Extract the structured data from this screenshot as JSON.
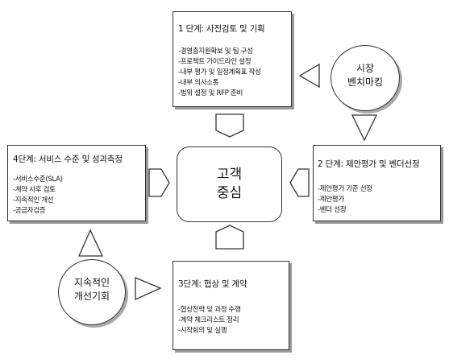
{
  "stage1": {
    "title": "1 단계:   사전검토 및 기획",
    "items": [
      "-경영층지원확보 및 팀 구성",
      "-프로젝트 가이드라인 설정",
      "-내부 평가 및 일정계획표 작성",
      "-내부 의사소통",
      "-범위 설정 및 RFP 준비"
    ]
  },
  "stage2": {
    "title": "2 단계:   제안평가 및 벤더선정",
    "items": [
      "-제안평가 기준 선정",
      "-제안평가",
      "-벤더 선정"
    ]
  },
  "stage3": {
    "title": "3단계:   협상 및 계약",
    "items": [
      "-협상전략 및 과정 수행",
      "-계약 체크리스트 정리",
      "-시작회의 및 실행"
    ]
  },
  "stage4": {
    "title": "4단계:   서비스 수준 및 성과측정",
    "items": [
      "-서비스수준(SLA)",
      "-계약 사후 검토",
      "-지속적인 개선",
      "-공급자검증"
    ]
  },
  "center": {
    "line1": "고객",
    "line2": "중심"
  },
  "benchmark": {
    "line1": "시장",
    "line2": "벤치마킹"
  },
  "improvement": {
    "line1": "지속적인",
    "line2": "개선기회"
  }
}
